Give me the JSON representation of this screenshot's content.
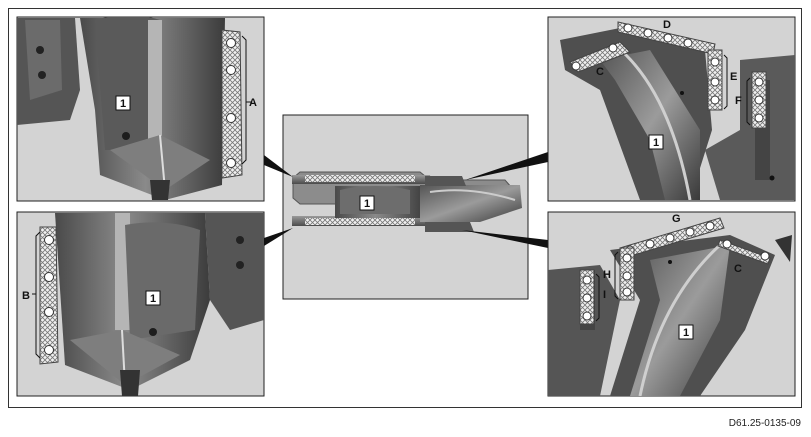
{
  "document_ref": "D61.25-0135-09",
  "part_number": "1",
  "callouts": {
    "a": "A",
    "b": "B",
    "c": "C",
    "d": "D",
    "e": "E",
    "f": "F",
    "g": "G",
    "h": "H",
    "i": "I"
  }
}
